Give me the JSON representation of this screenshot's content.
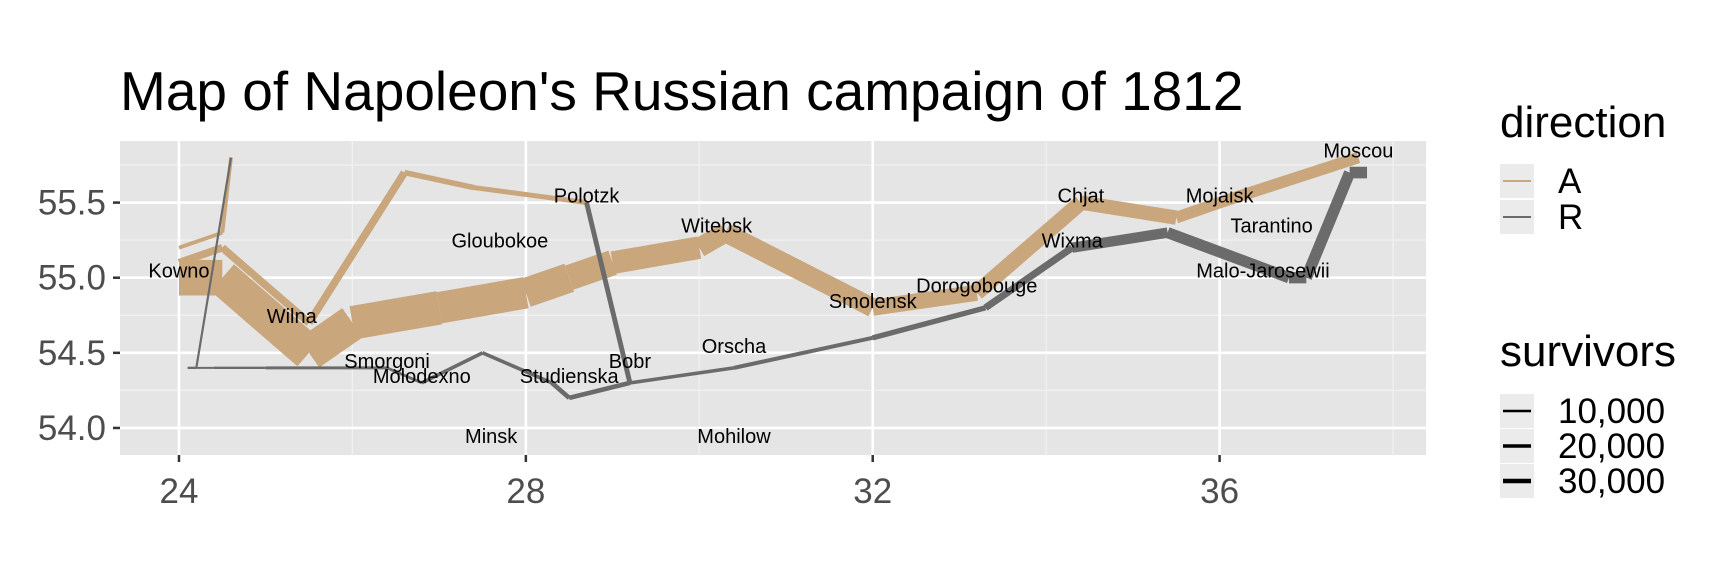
{
  "chart_data": {
    "type": "line",
    "title": "Map of Napoleon's Russian campaign of 1812",
    "xlabel": "",
    "ylabel": "",
    "xlim": [
      23.32,
      38.38
    ],
    "ylim": [
      53.82,
      55.91
    ],
    "x_ticks": [
      24,
      28,
      32,
      36
    ],
    "x_tick_labels": [
      "24",
      "28",
      "32",
      "36"
    ],
    "y_ticks": [
      54.0,
      54.5,
      55.0,
      55.5
    ],
    "y_tick_labels": [
      "54.0",
      "54.5",
      "55.0",
      "55.5"
    ],
    "grid": true,
    "legend_position": "right",
    "legend": {
      "direction_title": "direction",
      "direction_items": [
        {
          "label": "A",
          "color": "#c9a67b"
        },
        {
          "label": "R",
          "color": "#6b6b6b"
        }
      ],
      "survivors_title": "survivors",
      "survivors_items": [
        {
          "label": "10,000",
          "value": 10000
        },
        {
          "label": "20,000",
          "value": 20000
        },
        {
          "label": "30,000",
          "value": 30000
        }
      ]
    },
    "series": [
      {
        "direction": "A",
        "color": "#c9a67b",
        "points": [
          {
            "lon": 24.0,
            "lat": 55.0,
            "survivors": 340000
          },
          {
            "lon": 24.5,
            "lat": 55.0,
            "survivors": 340000
          },
          {
            "lon": 25.5,
            "lat": 54.5,
            "survivors": 340000
          },
          {
            "lon": 26.0,
            "lat": 54.7,
            "survivors": 320000
          },
          {
            "lon": 27.0,
            "lat": 54.8,
            "survivors": 300000
          },
          {
            "lon": 28.0,
            "lat": 54.9,
            "survivors": 280000
          },
          {
            "lon": 28.5,
            "lat": 55.0,
            "survivors": 240000
          },
          {
            "lon": 29.0,
            "lat": 55.1,
            "survivors": 210000
          },
          {
            "lon": 30.0,
            "lat": 55.2,
            "survivors": 180000
          },
          {
            "lon": 30.3,
            "lat": 55.3,
            "survivors": 175000
          },
          {
            "lon": 32.0,
            "lat": 54.8,
            "survivors": 145000
          },
          {
            "lon": 33.2,
            "lat": 54.9,
            "survivors": 140000
          },
          {
            "lon": 34.4,
            "lat": 55.5,
            "survivors": 127100
          },
          {
            "lon": 35.5,
            "lat": 55.4,
            "survivors": 100000
          },
          {
            "lon": 36.0,
            "lat": 55.5,
            "survivors": 100000
          },
          {
            "lon": 37.6,
            "lat": 55.8,
            "survivors": 100000
          }
        ]
      },
      {
        "direction": "R",
        "color": "#6b6b6b",
        "points": [
          {
            "lon": 37.7,
            "lat": 55.7,
            "survivors": 100000
          },
          {
            "lon": 37.5,
            "lat": 55.7,
            "survivors": 98000
          },
          {
            "lon": 37.0,
            "lat": 55.0,
            "survivors": 97000
          },
          {
            "lon": 36.8,
            "lat": 55.0,
            "survivors": 96000
          },
          {
            "lon": 35.4,
            "lat": 55.3,
            "survivors": 87000
          },
          {
            "lon": 34.3,
            "lat": 55.2,
            "survivors": 55000
          },
          {
            "lon": 33.3,
            "lat": 54.8,
            "survivors": 37000
          },
          {
            "lon": 32.0,
            "lat": 54.6,
            "survivors": 24000
          },
          {
            "lon": 30.4,
            "lat": 54.4,
            "survivors": 20000
          },
          {
            "lon": 29.2,
            "lat": 54.3,
            "survivors": 20000
          },
          {
            "lon": 28.5,
            "lat": 54.2,
            "survivors": 20000
          },
          {
            "lon": 28.3,
            "lat": 54.3,
            "survivors": 20000
          },
          {
            "lon": 27.5,
            "lat": 54.5,
            "survivors": 20000
          },
          {
            "lon": 26.8,
            "lat": 54.3,
            "survivors": 12000
          },
          {
            "lon": 26.4,
            "lat": 54.4,
            "survivors": 14000
          },
          {
            "lon": 25.0,
            "lat": 54.4,
            "survivors": 8000
          },
          {
            "lon": 24.4,
            "lat": 54.4,
            "survivors": 4000
          },
          {
            "lon": 24.2,
            "lat": 54.4,
            "survivors": 4000
          },
          {
            "lon": 24.1,
            "lat": 54.4,
            "survivors": 4000
          }
        ]
      },
      {
        "direction": "A",
        "color": "#c9a67b",
        "points": [
          {
            "lon": 24.0,
            "lat": 55.1,
            "survivors": 60000
          },
          {
            "lon": 24.5,
            "lat": 55.2,
            "survivors": 60000
          },
          {
            "lon": 25.5,
            "lat": 54.7,
            "survivors": 60000
          },
          {
            "lon": 26.6,
            "lat": 55.7,
            "survivors": 40000
          },
          {
            "lon": 27.4,
            "lat": 55.6,
            "survivors": 33000
          },
          {
            "lon": 28.7,
            "lat": 55.5,
            "survivors": 33000
          }
        ]
      },
      {
        "direction": "R",
        "color": "#6b6b6b",
        "points": [
          {
            "lon": 28.7,
            "lat": 55.5,
            "survivors": 33000
          },
          {
            "lon": 29.2,
            "lat": 54.3,
            "survivors": 30000
          },
          {
            "lon": 28.5,
            "lat": 54.2,
            "survivors": 30000
          },
          {
            "lon": 28.3,
            "lat": 54.3,
            "survivors": 28000
          }
        ]
      },
      {
        "direction": "A",
        "color": "#c9a67b",
        "points": [
          {
            "lon": 24.0,
            "lat": 55.2,
            "survivors": 22000
          },
          {
            "lon": 24.5,
            "lat": 55.3,
            "survivors": 22000
          },
          {
            "lon": 24.6,
            "lat": 55.8,
            "survivors": 6000
          }
        ]
      },
      {
        "direction": "R",
        "color": "#6b6b6b",
        "points": [
          {
            "lon": 24.6,
            "lat": 55.8,
            "survivors": 6000
          },
          {
            "lon": 24.2,
            "lat": 54.4,
            "survivors": 6000
          },
          {
            "lon": 24.1,
            "lat": 54.4,
            "survivors": 6000
          }
        ]
      }
    ],
    "cities": [
      {
        "name": "Kowno",
        "lon": 24.0,
        "lat": 55.0
      },
      {
        "name": "Wilna",
        "lon": 25.3,
        "lat": 54.7
      },
      {
        "name": "Smorgoni",
        "lon": 26.4,
        "lat": 54.4
      },
      {
        "name": "Molodexno",
        "lon": 26.8,
        "lat": 54.3
      },
      {
        "name": "Gloubokoe",
        "lon": 27.7,
        "lat": 55.2
      },
      {
        "name": "Minsk",
        "lon": 27.6,
        "lat": 53.9
      },
      {
        "name": "Studienska",
        "lon": 28.5,
        "lat": 54.3
      },
      {
        "name": "Polotzk",
        "lon": 28.7,
        "lat": 55.5
      },
      {
        "name": "Bobr",
        "lon": 29.2,
        "lat": 54.4
      },
      {
        "name": "Witebsk",
        "lon": 30.2,
        "lat": 55.3
      },
      {
        "name": "Orscha",
        "lon": 30.4,
        "lat": 54.5
      },
      {
        "name": "Mohilow",
        "lon": 30.4,
        "lat": 53.9
      },
      {
        "name": "Smolensk",
        "lon": 32.0,
        "lat": 54.8
      },
      {
        "name": "Dorogobouge",
        "lon": 33.2,
        "lat": 54.9
      },
      {
        "name": "Wixma",
        "lon": 34.3,
        "lat": 55.2
      },
      {
        "name": "Chjat",
        "lon": 34.4,
        "lat": 55.5
      },
      {
        "name": "Mojaisk",
        "lon": 36.0,
        "lat": 55.5
      },
      {
        "name": "Moscou",
        "lon": 37.6,
        "lat": 55.8
      },
      {
        "name": "Tarantino",
        "lon": 36.6,
        "lat": 55.3
      },
      {
        "name": "Malo-Jarosewii",
        "lon": 36.5,
        "lat": 55.0
      }
    ]
  }
}
